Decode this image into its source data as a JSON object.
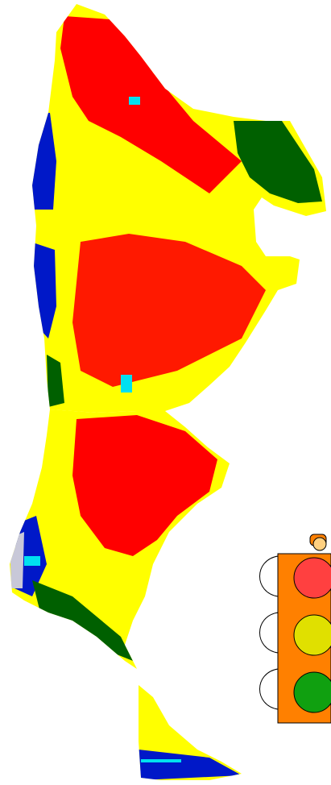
{
  "map": {
    "classes": [
      {
        "name": "red",
        "color": "#FF0000"
      },
      {
        "name": "yellow",
        "color": "#FFFF00"
      },
      {
        "name": "dark-green",
        "color": "#006000"
      },
      {
        "name": "blue",
        "color": "#0018C8"
      },
      {
        "name": "cyan",
        "color": "#00E0F0"
      },
      {
        "name": "gray",
        "color": "#C8C8D8"
      }
    ]
  },
  "traffic_light": {
    "housing_color": "#FF8000",
    "lights": [
      {
        "state": "red",
        "color": "#FF4040"
      },
      {
        "state": "yellow",
        "color": "#E0E000"
      },
      {
        "state": "green",
        "color": "#10A010"
      }
    ]
  }
}
